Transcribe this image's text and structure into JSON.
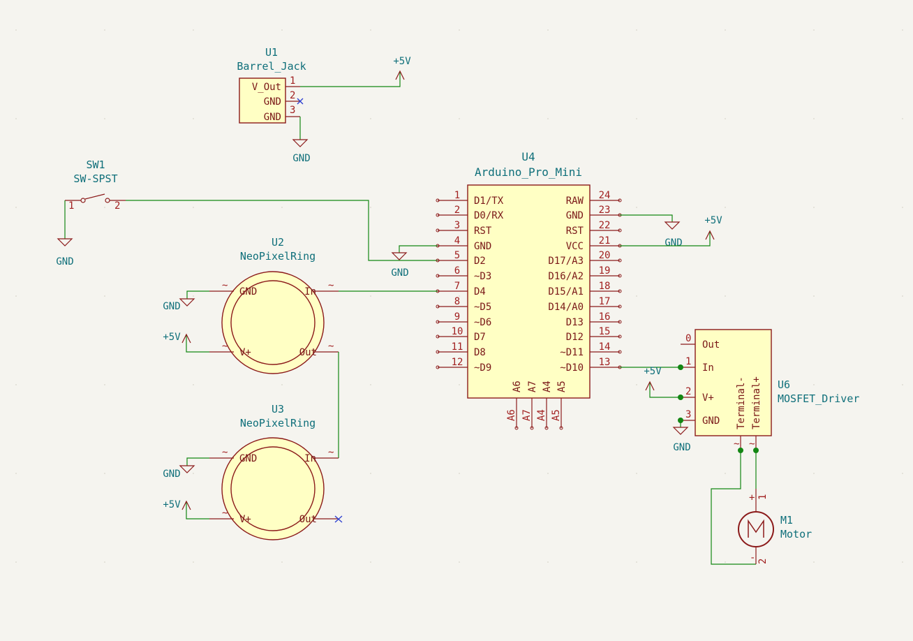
{
  "colors": {
    "wire": "#138613",
    "pin": "#8b1a1a",
    "body": "#ffffc4",
    "ref": "#0f6f7a",
    "noconnect": "#2c3ed0",
    "background": "#f5f4ef"
  },
  "power": {
    "vcc": "+5V",
    "gnd": "GND"
  },
  "u1": {
    "ref": "U1",
    "value": "Barrel_Jack",
    "labels": [
      "V_Out",
      "GND",
      "GND"
    ],
    "pins": [
      "1",
      "2",
      "3"
    ]
  },
  "sw1": {
    "ref": "SW1",
    "value": "SW-SPST",
    "pins": [
      "1",
      "2"
    ]
  },
  "u2": {
    "ref": "U2",
    "value": "NeoPixelRing",
    "labels": [
      "GND",
      "In",
      "V+",
      "Out"
    ],
    "marks": "~"
  },
  "u3": {
    "ref": "U3",
    "value": "NeoPixelRing",
    "labels": [
      "GND",
      "In",
      "V+",
      "Out"
    ],
    "marks": "~"
  },
  "u4": {
    "ref": "U4",
    "value": "Arduino_Pro_Mini",
    "left_pins": [
      {
        "num": "1",
        "label": "D1/TX"
      },
      {
        "num": "2",
        "label": "D0/RX"
      },
      {
        "num": "3",
        "label": "RST"
      },
      {
        "num": "4",
        "label": "GND"
      },
      {
        "num": "5",
        "label": "D2"
      },
      {
        "num": "6",
        "label": "~D3"
      },
      {
        "num": "7",
        "label": "D4"
      },
      {
        "num": "8",
        "label": "~D5"
      },
      {
        "num": "9",
        "label": "~D6"
      },
      {
        "num": "10",
        "label": "D7"
      },
      {
        "num": "11",
        "label": "D8"
      },
      {
        "num": "12",
        "label": "~D9"
      }
    ],
    "right_pins": [
      {
        "num": "24",
        "label": "RAW"
      },
      {
        "num": "23",
        "label": "GND"
      },
      {
        "num": "22",
        "label": "RST"
      },
      {
        "num": "21",
        "label": "VCC"
      },
      {
        "num": "20",
        "label": "D17/A3"
      },
      {
        "num": "19",
        "label": "D16/A2"
      },
      {
        "num": "18",
        "label": "D15/A1"
      },
      {
        "num": "17",
        "label": "D14/A0"
      },
      {
        "num": "16",
        "label": "D13"
      },
      {
        "num": "15",
        "label": "D12"
      },
      {
        "num": "14",
        "label": "~D11"
      },
      {
        "num": "13",
        "label": "~D10"
      }
    ],
    "bottom_pins": [
      "A6",
      "A7",
      "A4",
      "A5"
    ]
  },
  "u6": {
    "ref": "U6",
    "value": "MOSFET_Driver",
    "labels": [
      "Out",
      "In",
      "V+",
      "GND",
      "Terminal-",
      "Terminal+"
    ],
    "pins": [
      "0",
      "1",
      "2",
      "3"
    ],
    "marks": "~"
  },
  "m1": {
    "ref": "M1",
    "value": "Motor",
    "pins": [
      "1",
      "2"
    ],
    "signs": [
      "+",
      "-"
    ]
  }
}
